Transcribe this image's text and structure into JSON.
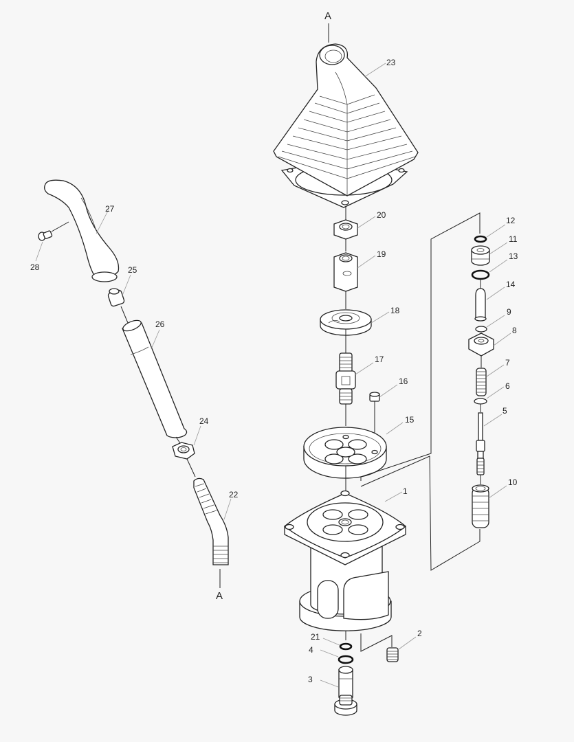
{
  "diagram": {
    "type": "exploded-parts-view",
    "subject": "Joystick control valve assembly",
    "connection_marker": "A",
    "parts": [
      {
        "id": "1",
        "label": "1",
        "name": "valve-body"
      },
      {
        "id": "2",
        "label": "2",
        "name": "set-screw"
      },
      {
        "id": "3",
        "label": "3",
        "name": "bottom-plug"
      },
      {
        "id": "4",
        "label": "4",
        "name": "o-ring"
      },
      {
        "id": "5",
        "label": "5",
        "name": "spool"
      },
      {
        "id": "6",
        "label": "6",
        "name": "spring-seat-washer"
      },
      {
        "id": "7",
        "label": "7",
        "name": "inner-spring"
      },
      {
        "id": "8",
        "label": "8",
        "name": "spring-retainer"
      },
      {
        "id": "9",
        "label": "9",
        "name": "shim-washer"
      },
      {
        "id": "10",
        "label": "10",
        "name": "return-spring"
      },
      {
        "id": "11",
        "label": "11",
        "name": "bushing"
      },
      {
        "id": "12",
        "label": "12",
        "name": "seal-ring"
      },
      {
        "id": "13",
        "label": "13",
        "name": "o-ring"
      },
      {
        "id": "14",
        "label": "14",
        "name": "push-rod"
      },
      {
        "id": "15",
        "label": "15",
        "name": "cover-plate"
      },
      {
        "id": "16",
        "label": "16",
        "name": "grub-screw"
      },
      {
        "id": "17",
        "label": "17",
        "name": "universal-joint"
      },
      {
        "id": "18",
        "label": "18",
        "name": "cam-plate"
      },
      {
        "id": "19",
        "label": "19",
        "name": "coupling-nut"
      },
      {
        "id": "20",
        "label": "20",
        "name": "lock-nut"
      },
      {
        "id": "21",
        "label": "21",
        "name": "backup-ring"
      },
      {
        "id": "22",
        "label": "22",
        "name": "bent-lever-rod"
      },
      {
        "id": "23",
        "label": "23",
        "name": "rubber-boot"
      },
      {
        "id": "24",
        "label": "24",
        "name": "jam-nut"
      },
      {
        "id": "25",
        "label": "25",
        "name": "switch-connector"
      },
      {
        "id": "26",
        "label": "26",
        "name": "handle-tube"
      },
      {
        "id": "27",
        "label": "27",
        "name": "handle-grip"
      },
      {
        "id": "28",
        "label": "28",
        "name": "grip-screw"
      }
    ]
  }
}
